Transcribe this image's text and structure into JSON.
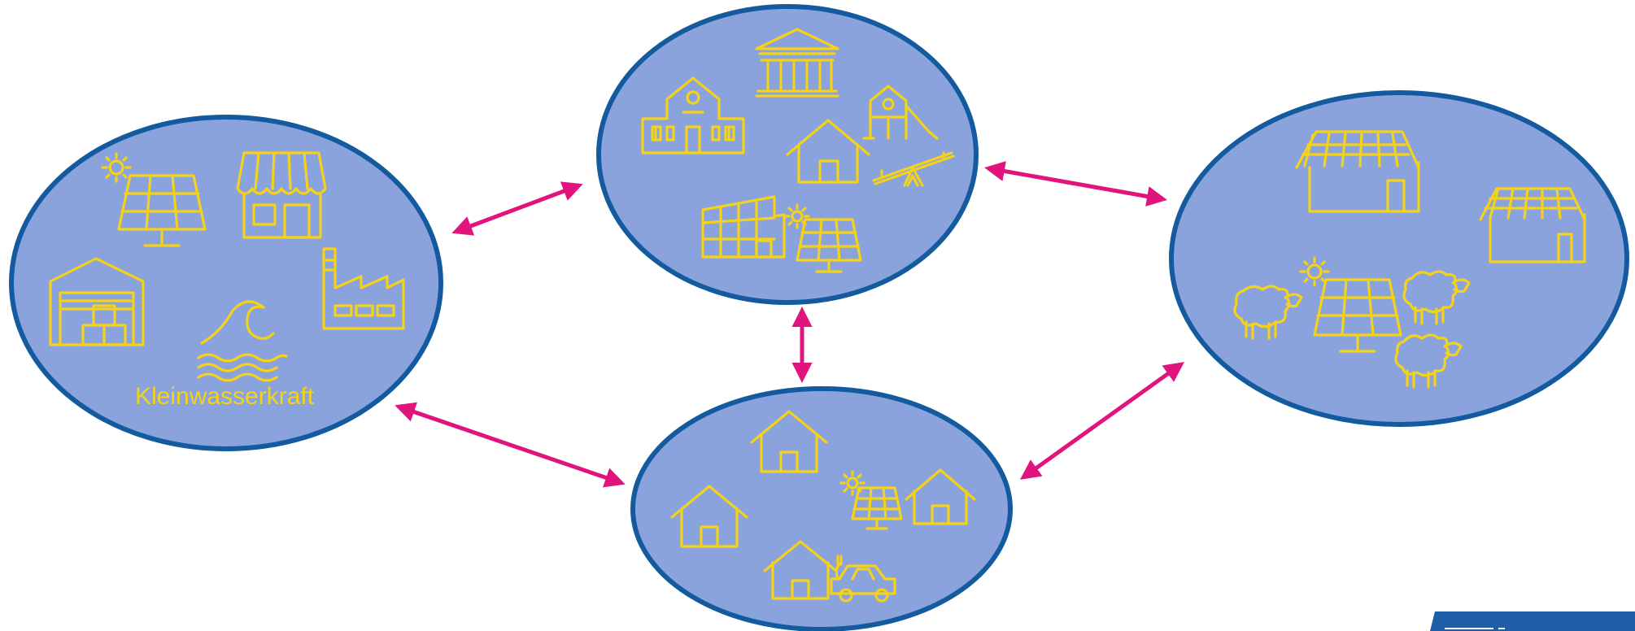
{
  "colors": {
    "node_fill": "#8aa3dc",
    "node_stroke": "#145a9e",
    "icon": "#f5d21a",
    "arrow": "#e0147c",
    "badge": "#1f5fa8"
  },
  "nodes": [
    {
      "id": "left",
      "icons": [
        "sun-icon",
        "solar-panel-icon",
        "shop-icon",
        "garage-icon",
        "wave-icon",
        "factory-icon"
      ],
      "label": "Kleinwasserkraft"
    },
    {
      "id": "top",
      "icons": [
        "temple-icon",
        "school-icon",
        "house-icon",
        "playground-icon",
        "seesaw-icon",
        "building-icon",
        "sun-icon",
        "solar-panel-icon"
      ]
    },
    {
      "id": "right",
      "icons": [
        "barn-icon",
        "barn-icon",
        "sheep-icon",
        "sun-icon",
        "solar-panel-icon",
        "sheep-icon",
        "sheep-icon"
      ]
    },
    {
      "id": "bottom",
      "icons": [
        "house-icon",
        "house-icon",
        "sun-icon",
        "solar-panel-icon",
        "house-icon",
        "house-icon",
        "car-icon"
      ]
    }
  ],
  "connections": [
    {
      "from": "left",
      "to": "top"
    },
    {
      "from": "top",
      "to": "right"
    },
    {
      "from": "top",
      "to": "bottom"
    },
    {
      "from": "left",
      "to": "bottom"
    },
    {
      "from": "bottom",
      "to": "right"
    }
  ]
}
